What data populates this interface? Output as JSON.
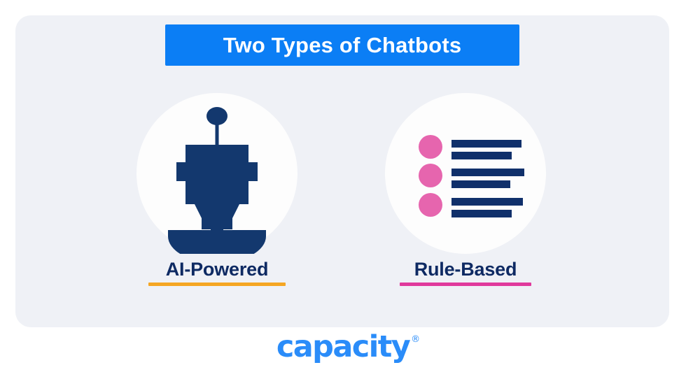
{
  "panel": {
    "background_color": "#eff1f6"
  },
  "header": {
    "title": "Two Types of Chatbots",
    "banner_color": "#0b7ef5",
    "title_color": "#ffffff"
  },
  "columns": [
    {
      "id": "ai-powered",
      "label": "AI-Powered",
      "label_color": "#0e2a63",
      "underline_color": "#f5a623",
      "icon": "robot-icon",
      "icon_color": "#13386e",
      "plate_color": "#fdfdfd"
    },
    {
      "id": "rule-based",
      "label": "Rule-Based",
      "label_color": "#0e2a63",
      "underline_color": "#e0399c",
      "icon": "bulleted-list-icon",
      "icon_bullet_color": "#e665ae",
      "icon_bar_color": "#10306b",
      "plate_color": "#fdfdfd"
    }
  ],
  "rule_list_icon": {
    "bullets": 3,
    "rows": [
      {
        "bar_long": 100,
        "bar_short": 86
      },
      {
        "bar_long": 104,
        "bar_short": 84
      },
      {
        "bar_long": 102,
        "bar_short": 86
      }
    ]
  },
  "footer": {
    "brand": "capacity",
    "trademark": "®",
    "brand_color": "#2a8cf9"
  }
}
